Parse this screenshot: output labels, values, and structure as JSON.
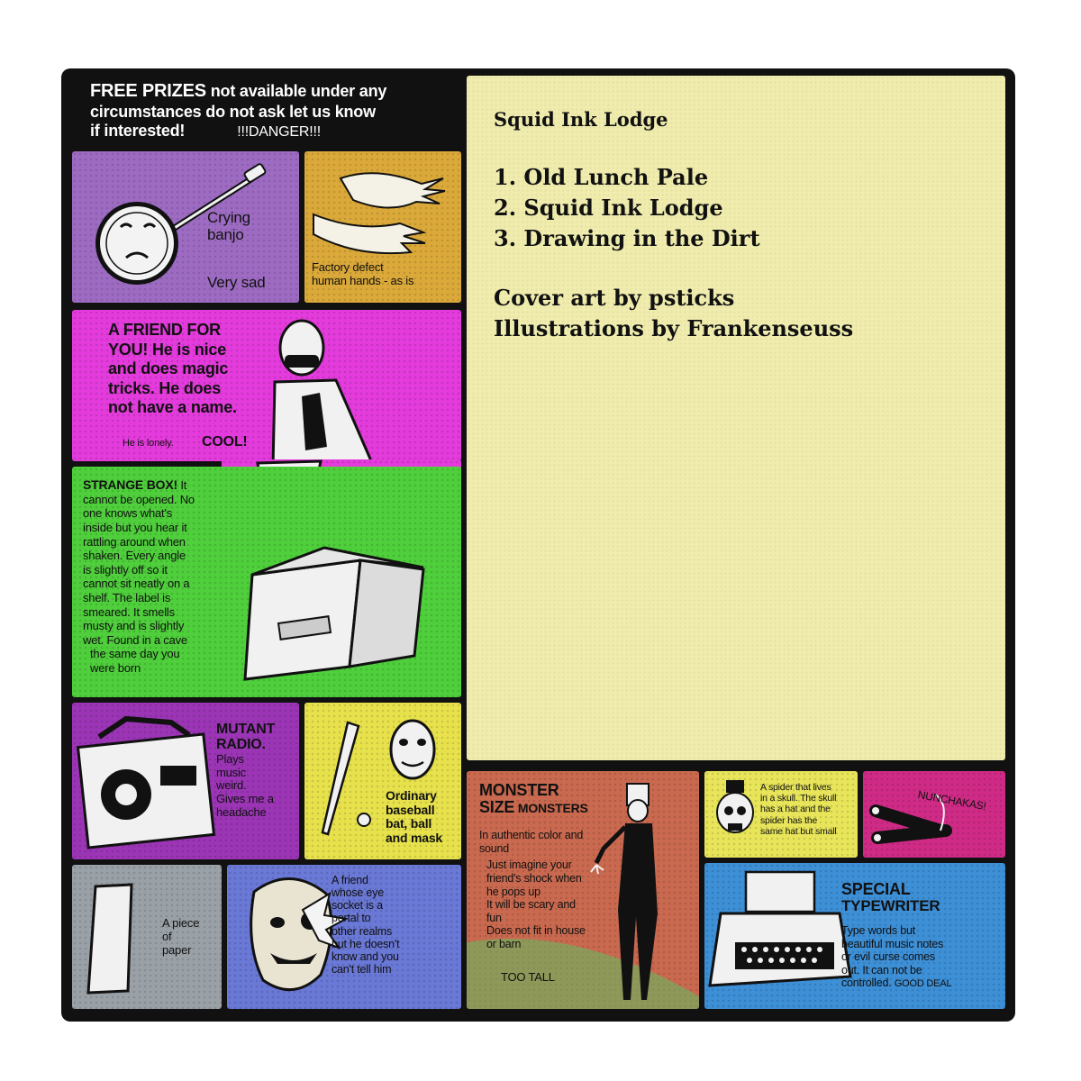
{
  "header": {
    "title": "FREE PRIZES",
    "text_1": " not available under any",
    "text_2": "circumstances do not ask let us know",
    "text_3": "if interested!",
    "danger": "!!!DANGER!!!"
  },
  "credits": {
    "album": "Squid Ink Lodge",
    "tracks": [
      "1. Old Lunch Pale",
      "2. Squid Ink Lodge",
      "3. Drawing in the Dirt"
    ],
    "cover_art": "Cover art by psticks",
    "illustrations": "Illustrations by Frankenseuss"
  },
  "prizes": {
    "banjo": {
      "line1": "Crying",
      "line2": "banjo",
      "line3": "Very sad"
    },
    "hands": {
      "line1": "Factory defect",
      "line2": "human hands - as is"
    },
    "friend": {
      "lines": [
        "A FRIEND FOR",
        "YOU! He is nice",
        "and does magic",
        "tricks. He does",
        "not have a name."
      ],
      "small": "He is lonely.",
      "cool": "COOL!"
    },
    "box": {
      "title": "STRANGE BOX!",
      "lines": [
        " It",
        "cannot be opened. No",
        "one knows  what's",
        "inside but you hear it",
        "rattling around when",
        "shaken. Every angle",
        "is slightly off so it",
        "cannot sit neatly on a",
        "shelf. The label is",
        "smeared. It smells",
        "musty and is slightly",
        "wet. Found in a cave",
        "the same day you",
        "were born"
      ]
    },
    "radio": {
      "title1": "MUTANT",
      "title2": "RADIO.",
      "lines": [
        "Plays",
        "music",
        "weird.",
        "Gives me a",
        "headache"
      ]
    },
    "bat": {
      "lines": [
        "Ordinary",
        "baseball",
        "bat, ball",
        "and mask"
      ]
    },
    "paper": {
      "lines": [
        "A piece",
        "of",
        "paper"
      ]
    },
    "eye": {
      "lines": [
        "A friend",
        "whose eye",
        "socket is a",
        "portal to",
        "other realms",
        "but he doesn't",
        "know and you",
        "can't tell him"
      ]
    },
    "monster": {
      "title1": "MONSTER",
      "title2": "SIZE",
      "title3": " MONSTERS",
      "lines": [
        "In authentic color and",
        "sound",
        "Just imagine your",
        "friend's shock when",
        "he pops up",
        "It will be scary and",
        "fun",
        "Does not fit in house",
        "or barn"
      ],
      "too_tall": "TOO TALL"
    },
    "skull": {
      "lines": [
        "A spider that lives",
        "in a skull. The skull",
        "has a hat and the",
        "spider has the",
        "same hat but small"
      ]
    },
    "nunchakas": {
      "label": "NUNCHAKAS!"
    },
    "typewriter": {
      "title1": "SPECIAL",
      "title2": "TYPEWRITER",
      "lines": [
        "Type words but",
        "beautiful music notes",
        "or evil curse comes",
        "out. It can not be",
        "controlled."
      ],
      "deal": "GOOD DEAL"
    }
  },
  "colors": {
    "frame": "#111111",
    "right_panel": "#efecae",
    "banjo": "#9d6cc2",
    "hands": "#dba93a",
    "friend": "#e43bdc",
    "box": "#4fcf3c",
    "radio": "#9b35b5",
    "bat": "#e7e14c",
    "paper": "#9aa1a6",
    "eye": "#6a78d6",
    "monster": "#c9694f",
    "skull": "#e8e55a",
    "nunchakas": "#cf2b86",
    "typewriter": "#3d8fd6"
  }
}
